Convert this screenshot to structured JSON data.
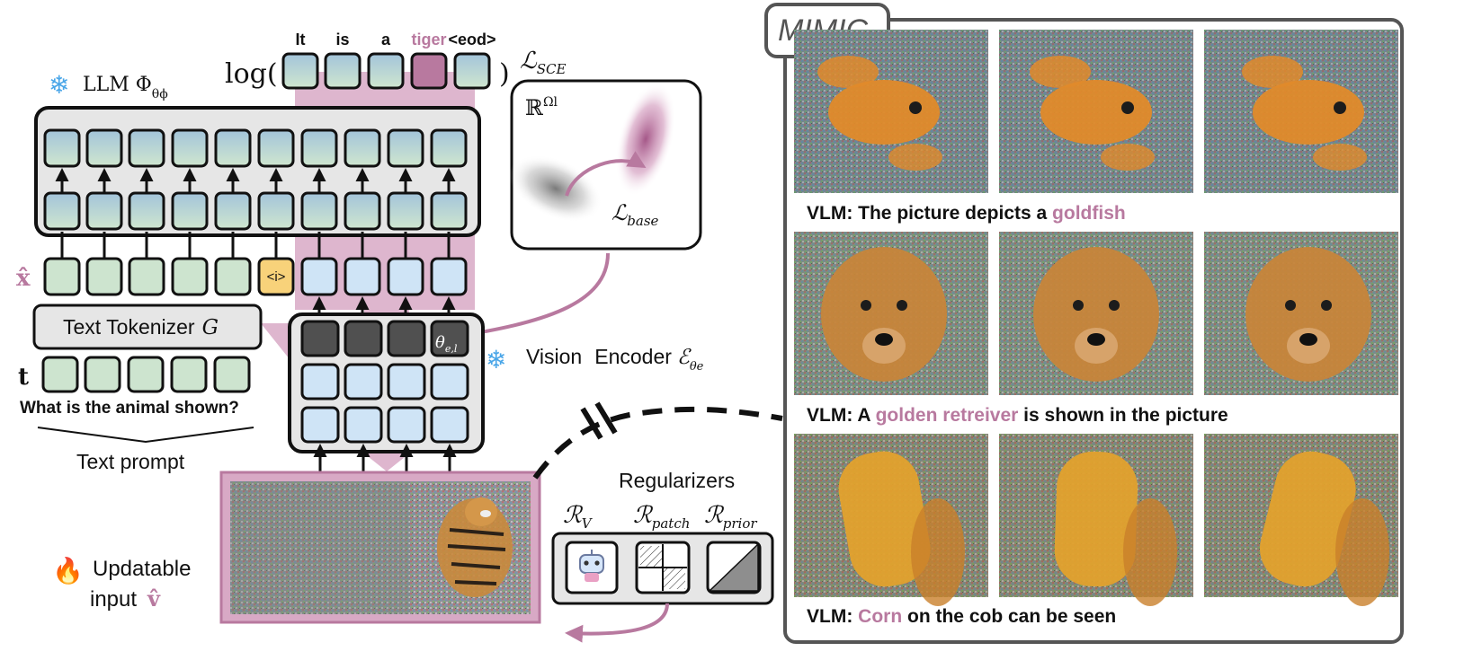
{
  "colors": {
    "mauve": "#b8799f",
    "mauve_dark": "#a5588a",
    "tile_green": "#cde4cf",
    "tile_blue_light": "#cfe4f6",
    "tile_blue_grad_top": "#a9c9df",
    "tile_dark": "#505050",
    "box_gray": "#e5e5e5",
    "token_yellow": "#f8d27a",
    "ice_blue": "#4aa6e8"
  },
  "icons": {
    "snowflake_llm": "snowflake-icon",
    "snowflake_encoder": "snowflake-icon",
    "fire": "fire-icon",
    "robot": "robot-icon"
  },
  "llm": {
    "label": "LLM Φ",
    "subscript": "θϕ"
  },
  "output": {
    "log_prefix": "log(",
    "log_suffix": ")",
    "tokens": [
      "It",
      "is",
      "a",
      "tiger",
      "<eod>"
    ],
    "highlight_index": 3,
    "loss_label": "ℒ",
    "loss_subscript": "SCE"
  },
  "space_box": {
    "label": "ℝ",
    "superscript": "Ωl",
    "loss_label": "ℒ",
    "loss_subscript": "base"
  },
  "input_tokens": {
    "x_hat_label": "x̂",
    "image_token": "<i>",
    "t_label": "t"
  },
  "tokenizer": {
    "label": "Text Tokenizer",
    "symbol": "G"
  },
  "prompt": {
    "question": "What is the animal shown?",
    "caption": "Text prompt"
  },
  "encoder": {
    "param_label": "θ",
    "param_subscript": "e,l",
    "label_vision": "Vision",
    "label_encoder": "Encoder",
    "symbol": "ℰ",
    "symbol_subscript": "θe"
  },
  "updatable": {
    "line1": "Updatable",
    "line2": "input",
    "symbol": "v̂"
  },
  "regularizers": {
    "title": "Regularizers",
    "items": [
      {
        "symbol": "ℛ",
        "subscript": "V"
      },
      {
        "symbol": "ℛ",
        "subscript": "patch"
      },
      {
        "symbol": "ℛ",
        "subscript": "prior"
      }
    ]
  },
  "mimic": {
    "title": "MIMIC",
    "rows": [
      {
        "prefix": "VLM: The picture depicts a ",
        "highlight": "goldfish",
        "suffix": ""
      },
      {
        "prefix": "VLM: A ",
        "highlight": "golden retreiver",
        "suffix": " is shown in the picture"
      },
      {
        "prefix": "VLM: ",
        "highlight": "Corn",
        "suffix": " on the cob can be seen"
      }
    ]
  }
}
